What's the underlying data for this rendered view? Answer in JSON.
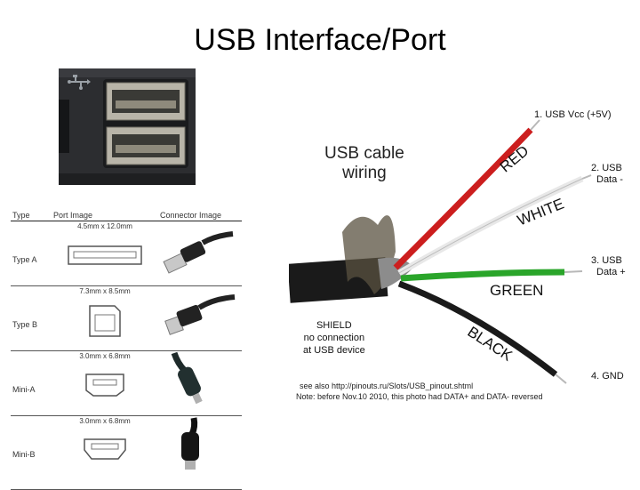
{
  "slide": {
    "title": "USB Interface/Port"
  },
  "table": {
    "headers": [
      "Type",
      "Port Image",
      "Connector Image"
    ],
    "rows": [
      {
        "type": "Type A",
        "dimensions": "4.5mm x 12.0mm"
      },
      {
        "type": "Type B",
        "dimensions": "7.3mm x 8.5mm"
      },
      {
        "type": "Mini-A",
        "dimensions": "3.0mm x 6.8mm"
      },
      {
        "type": "Mini-B",
        "dimensions": "3.0mm x 6.8mm"
      }
    ]
  },
  "wiring": {
    "heading_line1": "USB cable",
    "heading_line2": "wiring",
    "pin1": "1. USB Vcc (+5V)",
    "pin2_line1": "2. USB",
    "pin2_line2": "Data -",
    "pin3_line1": "3. USB",
    "pin3_line2": "Data +",
    "pin4": "4. GND",
    "wire_red": "RED",
    "wire_white": "WHITE",
    "wire_green": "GREEN",
    "wire_black": "BLACK",
    "shield_line1": "SHIELD",
    "shield_line2": "no connection",
    "shield_line3": "at USB device",
    "note_line1": "see also http://pinouts.ru/Slots/USB_pinout.shtml",
    "note_line2": "Note: before Nov.10 2010, this photo had DATA+ and DATA- reversed"
  },
  "colors": {
    "red_wire": "#cc1e1e",
    "white_wire": "#e8e8e8",
    "green_wire": "#2aa52a",
    "black_wire": "#1a1a1a"
  }
}
